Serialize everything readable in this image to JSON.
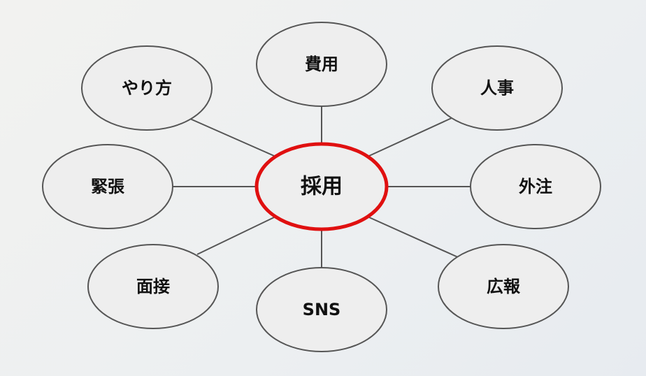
{
  "diagram": {
    "type": "mind-map",
    "center": {
      "id": "center",
      "label": "採用"
    },
    "branches": [
      {
        "id": "hiyou",
        "label": "費用"
      },
      {
        "id": "jinji",
        "label": "人事"
      },
      {
        "id": "gaichuu",
        "label": "外注"
      },
      {
        "id": "kouhou",
        "label": "広報"
      },
      {
        "id": "sns",
        "label": "SNS"
      },
      {
        "id": "mensetsu",
        "label": "面接"
      },
      {
        "id": "kinchou",
        "label": "緊張"
      },
      {
        "id": "yarikata",
        "label": "やり方"
      }
    ],
    "colors": {
      "center_outline": "#e01010",
      "node_outline": "#555555",
      "node_fill": "#eeeeee",
      "connector": "#555555",
      "text": "#111111"
    }
  }
}
